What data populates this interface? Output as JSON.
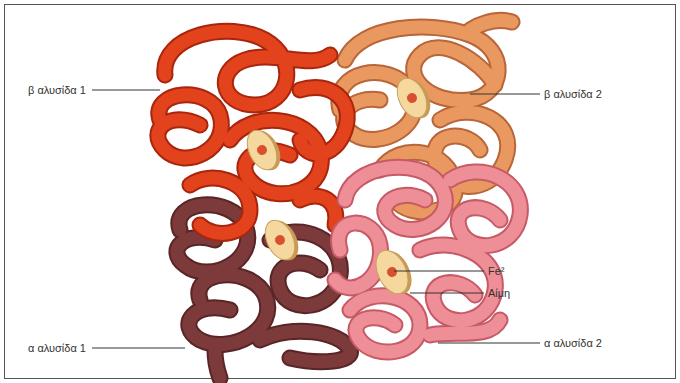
{
  "diagram": {
    "labels": [
      "β αλυσίδα 1",
      "β αλυσίδα 2",
      "Fe²",
      "Αίμη",
      "α αλυσίδα 1",
      "α αλυσίδα 2"
    ]
  }
}
